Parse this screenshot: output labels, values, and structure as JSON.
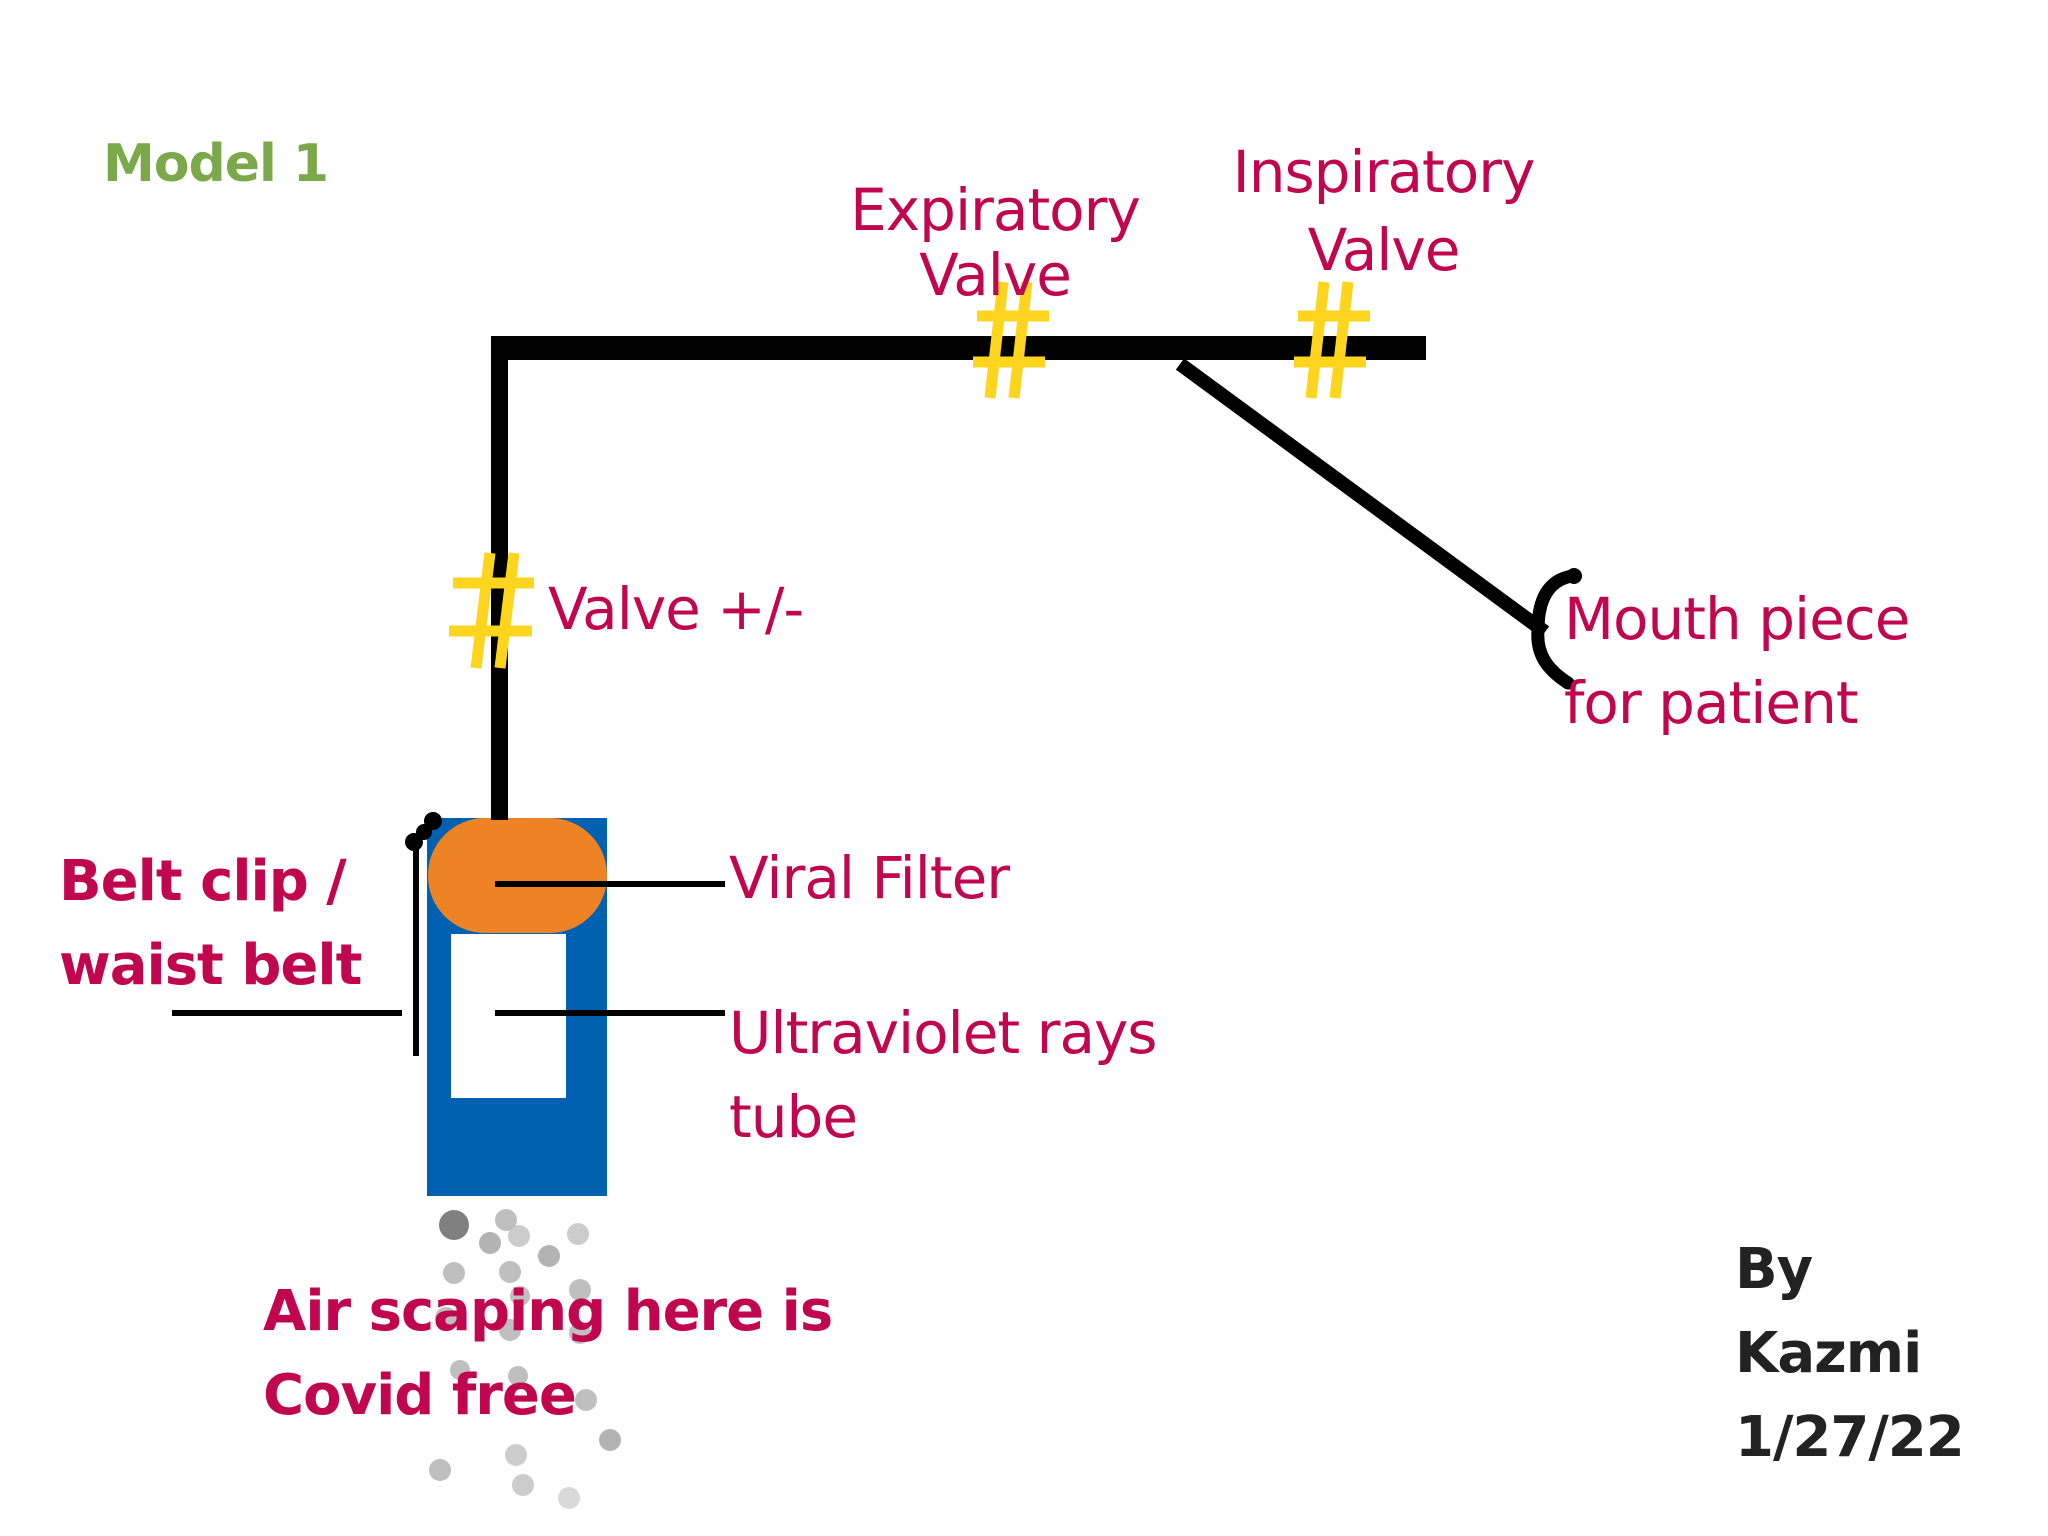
{
  "title": "Model 1",
  "colors": {
    "title": "#7aa84a",
    "label": "#c0064e",
    "pipe": "#000000",
    "valve_marker": "#fdd51e",
    "device_body": "#0061b0",
    "viral_filter": "#ee8326",
    "uv_tube": "#ffffff",
    "author": "#222222"
  },
  "labels": {
    "expiratory_valve": [
      "Expiratory",
      "Valve"
    ],
    "inspiratory_valve": [
      "Inspiratory",
      "Valve"
    ],
    "valve_adjust": "Valve +/-",
    "mouth_piece": [
      "Mouth piece",
      "for patient"
    ],
    "viral_filter": "Viral Filter",
    "uv_tube": [
      "Ultraviolet rays",
      "tube"
    ],
    "belt_clip": [
      "Belt clip /",
      "waist belt"
    ],
    "air_output": [
      "Air scaping here is",
      "Covid free"
    ]
  },
  "author": {
    "by": "By",
    "name": "Kazmi",
    "date": "1/27/22"
  },
  "icons": {
    "valve_marker": "hash-icon",
    "air_particles": "particle-dots"
  }
}
